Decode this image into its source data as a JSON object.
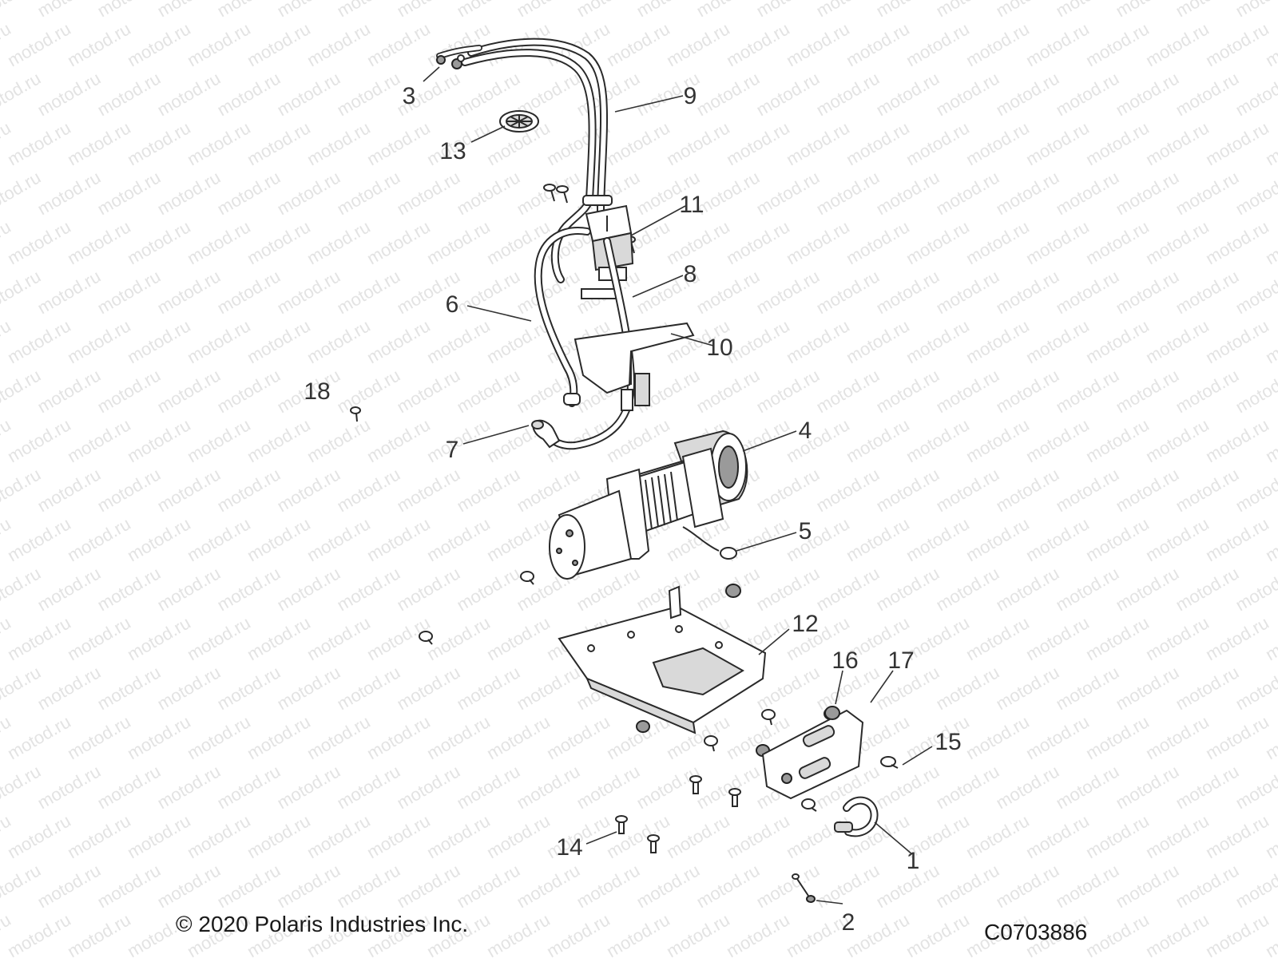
{
  "watermark": "motod.ru",
  "callouts": [
    "1",
    "2",
    "3",
    "4",
    "5",
    "6",
    "7",
    "8",
    "9",
    "10",
    "11",
    "12",
    "13",
    "14",
    "15",
    "16",
    "17",
    "18"
  ],
  "copyright": "© 2020 Polaris Industries Inc.",
  "drawing_code": "C0703886"
}
